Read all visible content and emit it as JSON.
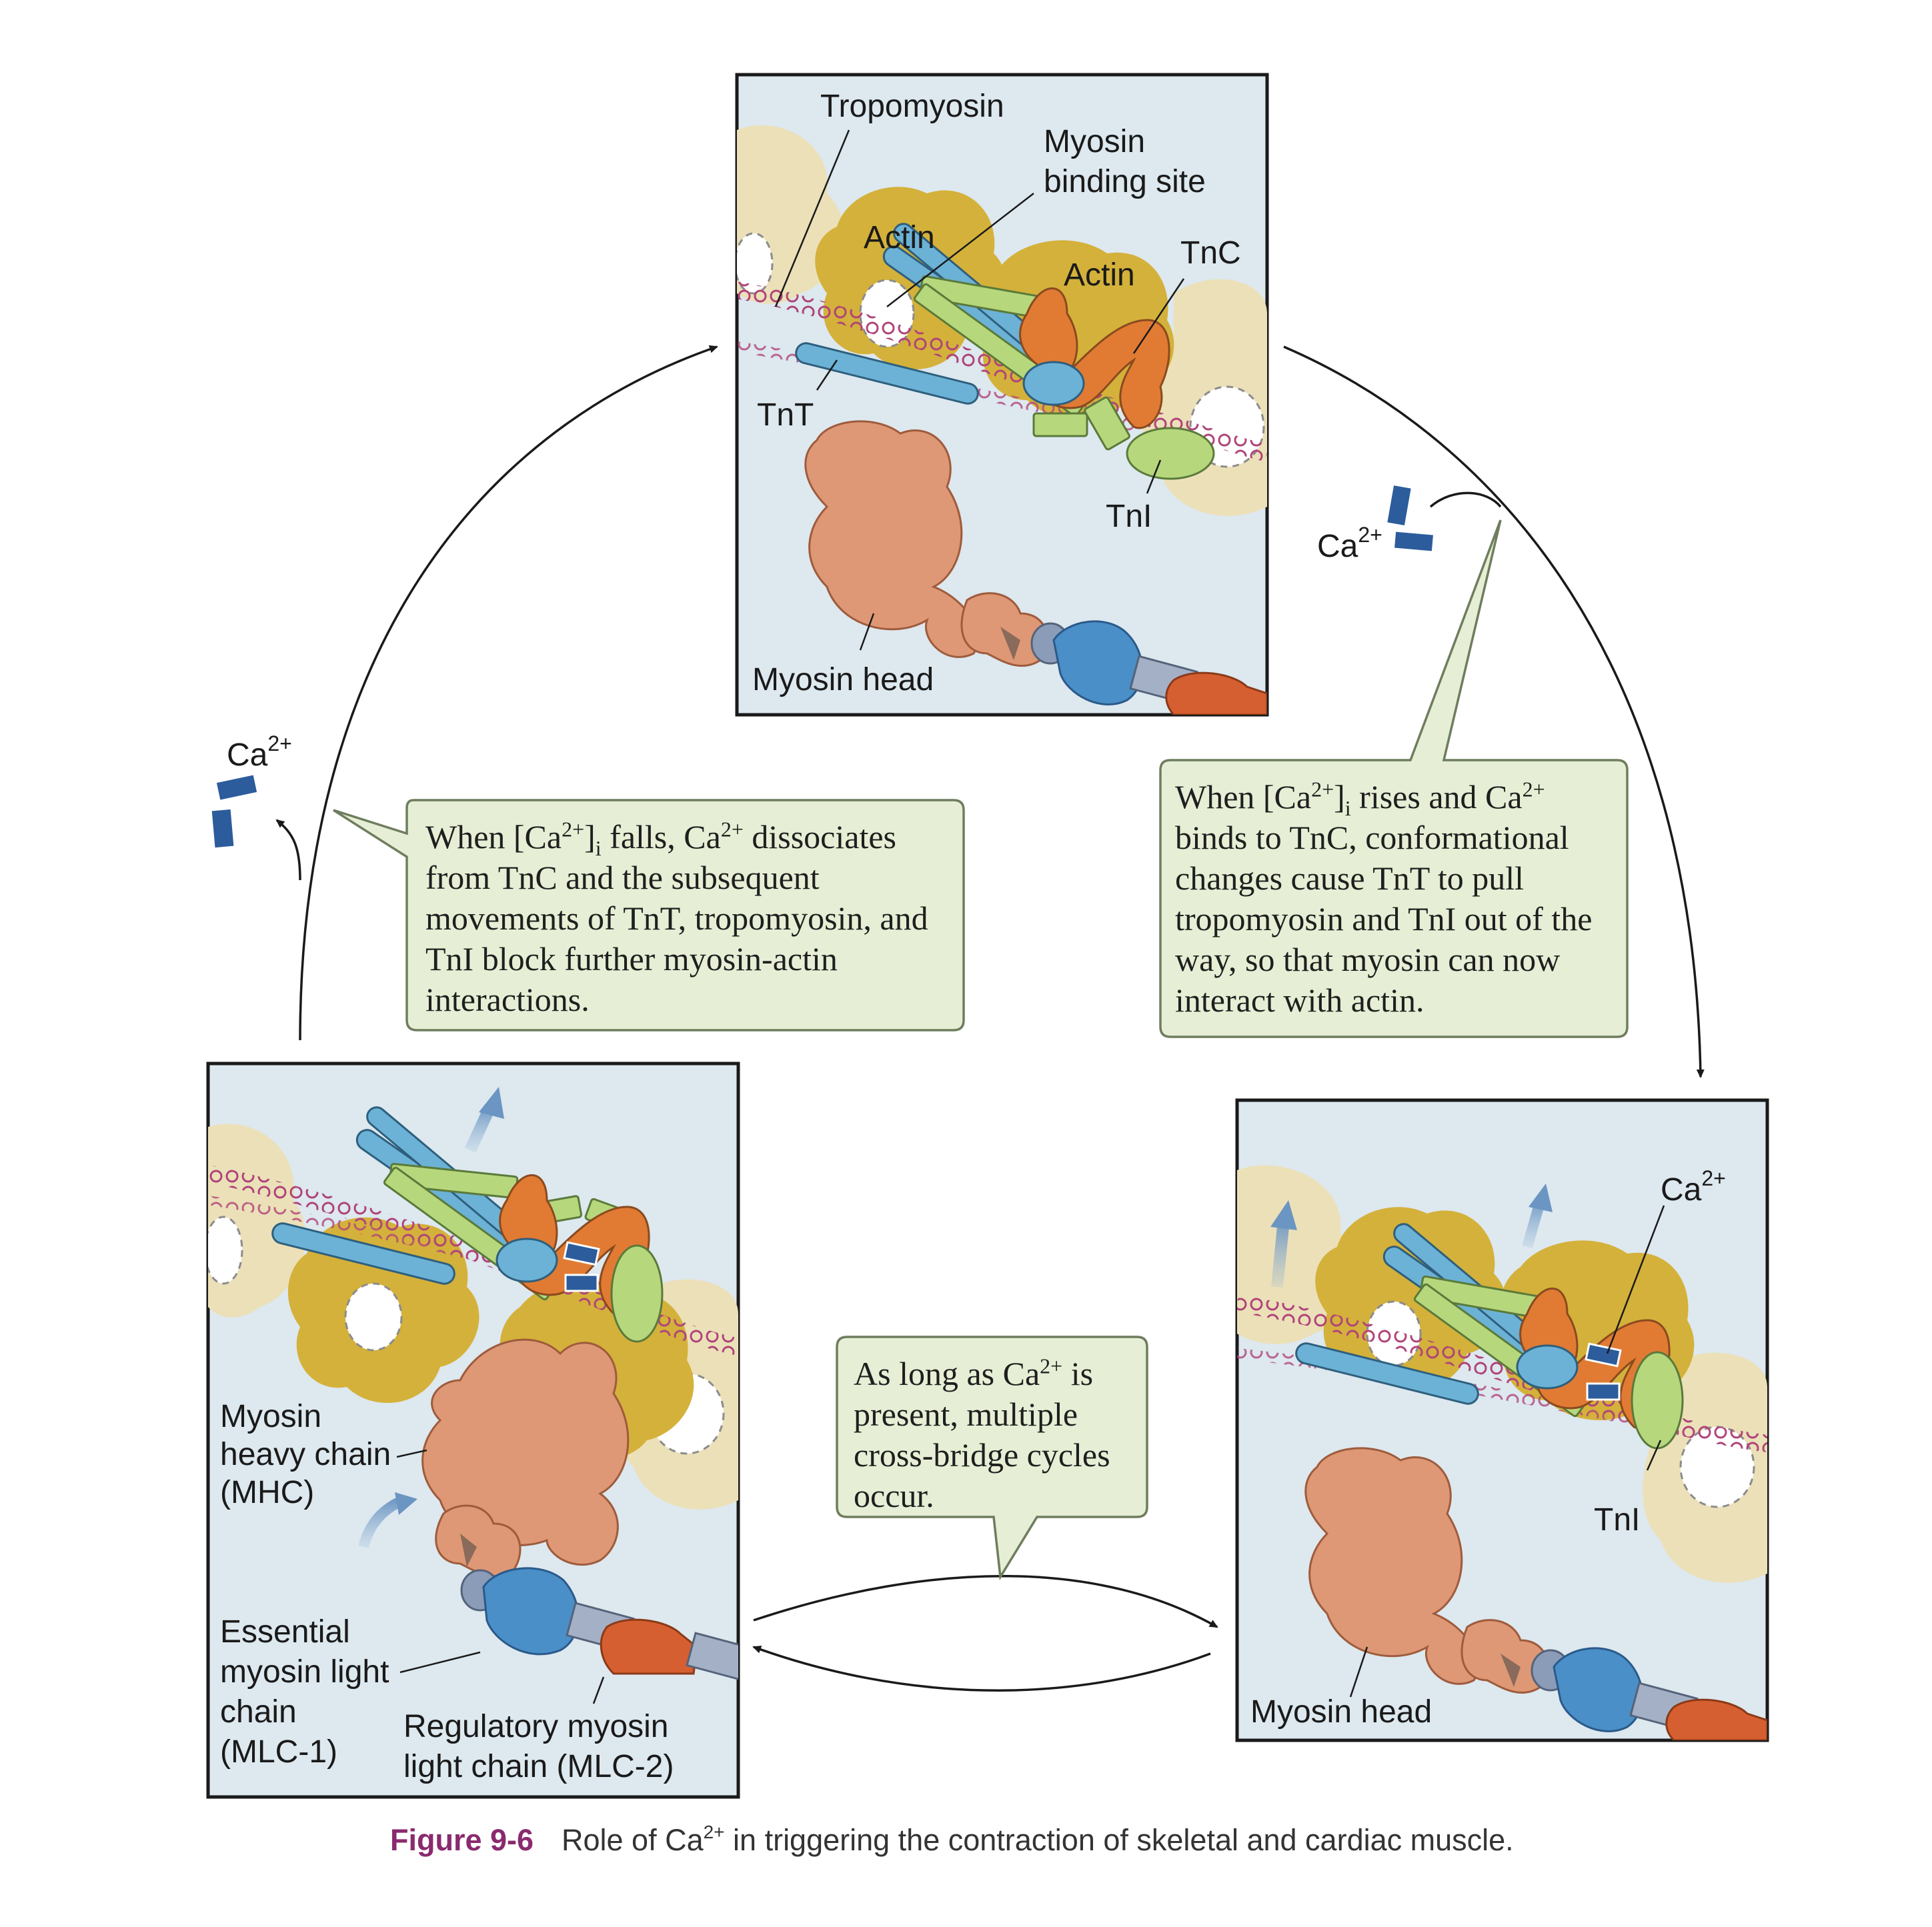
{
  "figure": {
    "number": "Figure 9-6",
    "caption_pre": "Role of Ca",
    "caption_sup": "2+",
    "caption_post": " in triggering the contraction of skeletal and cardiac muscle."
  },
  "top_panel": {
    "tropomyosin": "Tropomyosin",
    "myosin_binding_1": "Myosin",
    "myosin_binding_2": "binding site",
    "actin_left": "Actin",
    "actin_right": "Actin",
    "tnc": "TnC",
    "tnt": "TnT",
    "tni": "TnI",
    "myosin_head": "Myosin head"
  },
  "right_panel": {
    "ca_base": "Ca",
    "ca_sup": "2+",
    "tni": "TnI",
    "myosin_head": "Myosin head"
  },
  "left_panel": {
    "mhc_1": "Myosin",
    "mhc_2": "heavy chain",
    "mhc_3": "(MHC)",
    "emlc_1": "Essential",
    "emlc_2": "myosin light",
    "emlc_3": "chain",
    "emlc_4": "(MLC-1)",
    "rmlc_1": "Regulatory myosin",
    "rmlc_2": "light chain (MLC-2)"
  },
  "ions": {
    "left_ca_base": "Ca",
    "left_ca_sup": "2+",
    "right_ca_base": "Ca",
    "right_ca_sup": "2+"
  },
  "callouts": {
    "left": {
      "p1": "When [Ca",
      "p1_sup": "2+",
      "p1_b": "]",
      "p1_sub": "i",
      "p1_c": " falls, Ca",
      "p1_sup2": "2+",
      "p1_d": " dissociates from TnC and the subsequent movements of TnT, tropomyosin, and TnI block further myosin-actin interactions."
    },
    "right": {
      "p1": "When [Ca",
      "p1_sup": "2+",
      "p1_b": "]",
      "p1_sub": "i",
      "p1_c": " rises and Ca",
      "p1_sup2": "2+",
      "p1_d": " binds to TnC, conformational changes cause TnT to pull tropomyosin and TnI out of the way, so that myosin can now interact with actin."
    },
    "bottom": {
      "p1": "As long as Ca",
      "p1_sup": "2+",
      "p1_b": " is present, multiple cross-bridge cycles occur."
    }
  },
  "colors": {
    "panel_bg": "#dde8ef",
    "callout_bg": "#e6efd5",
    "callout_border": "#6f7d5f",
    "actin_gold": "#d4b13a",
    "actin_pale": "#ece0b8",
    "tropomyosin": "#b0447a",
    "tnt_blue": "#6cb2d6",
    "tni_green": "#b7d77d",
    "tnc_orange": "#e17b33",
    "myosin_salmon": "#de9876",
    "mlc_blue": "#4a8fc7",
    "mlc_red": "#d65f31",
    "ca_ion": "#2c5c9b",
    "caption_accent": "#8a2a6e"
  }
}
